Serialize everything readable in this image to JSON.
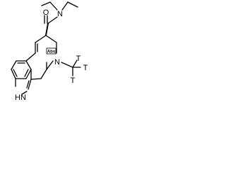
{
  "molecule": {
    "atoms": {
      "carbonyl_oxygen": "O",
      "amide_nitrogen": "N",
      "ring_nitrogen": "N",
      "indole_nh": "HN",
      "tritium_1": "T",
      "tritium_2": "T",
      "tritium_3": "T"
    },
    "stereo_flag": "Abs"
  },
  "colors": {
    "bond": "#000000",
    "text": "#000000",
    "background": "#ffffff"
  }
}
